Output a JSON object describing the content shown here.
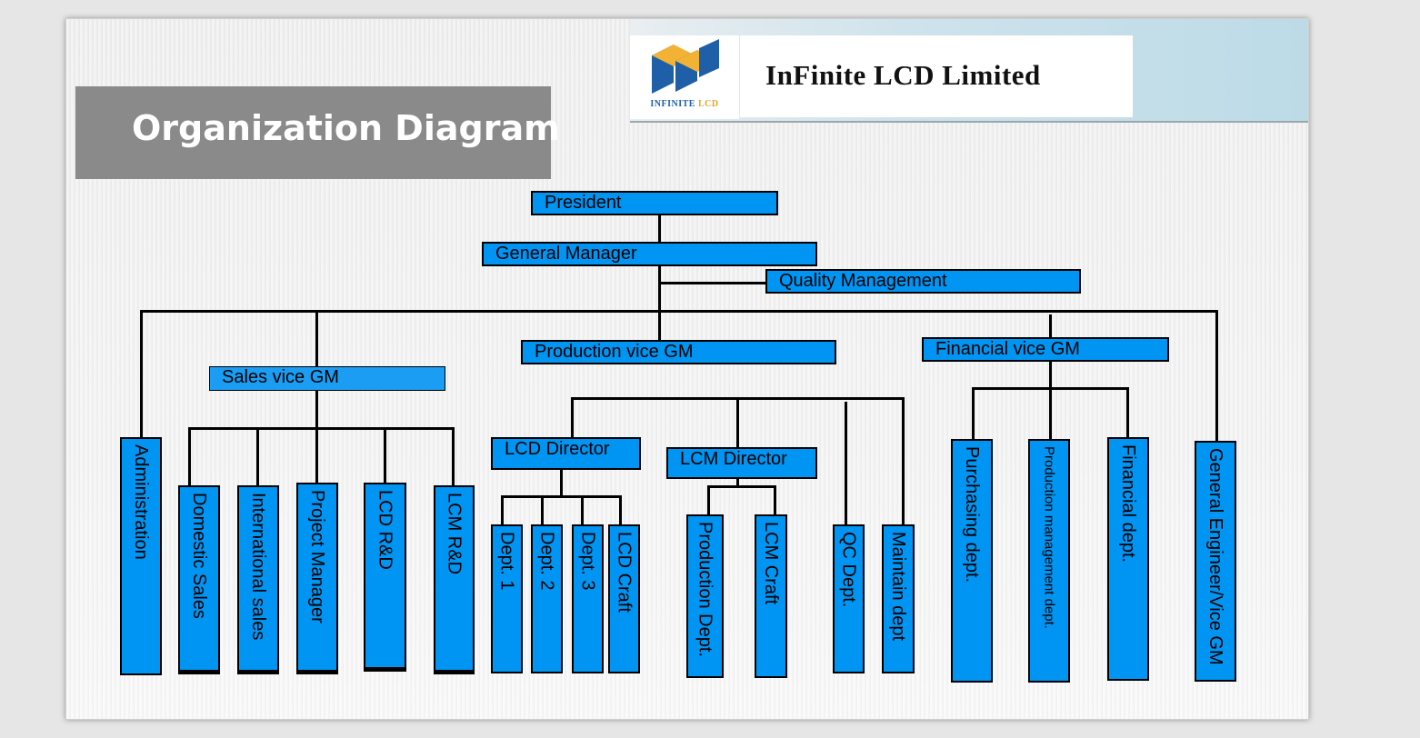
{
  "header": {
    "title": "Organization Diagram",
    "company": "InFinite LCD Limited",
    "logo_caption_a": "INFINITE",
    "logo_caption_b": "LCD"
  },
  "colors": {
    "box_fill": "#0095f2",
    "title_band": "#8a8a8a",
    "logo_blue": "#1f5fa8",
    "logo_orange": "#f2b233"
  },
  "org": {
    "president": "President",
    "general_manager": "General Manager",
    "quality_management": "Quality Management",
    "production_vice_gm": "Production vice GM",
    "financial_vice_gm": "Financial vice GM",
    "sales_vice_gm": "Sales vice GM",
    "lcd_director": "LCD Director",
    "lcm_director": "LCM Director",
    "administration": "Administration",
    "domestic_sales": "Domestic Sales",
    "international_sales": "International sales",
    "project_manager": "Project Manager",
    "lcd_rd": "LCD R&D",
    "lcm_rd": "LCM R&D",
    "dept_1": "Dept. 1",
    "dept_2": "Dept. 2",
    "dept_3": "Dept. 3",
    "lcd_craft": "LCD Craft",
    "production_dept": "Production Dept.",
    "lcm_craft": "LCM Craft",
    "qc_dept": "QC Dept.",
    "maintain_dept": "Maintain dept",
    "purchasing_dept": "Purchasing dept.",
    "production_management_dept": "Production management dept.",
    "financial_dept": "Financial dept.",
    "general_engineer": "General Engineer/Vice GM"
  }
}
